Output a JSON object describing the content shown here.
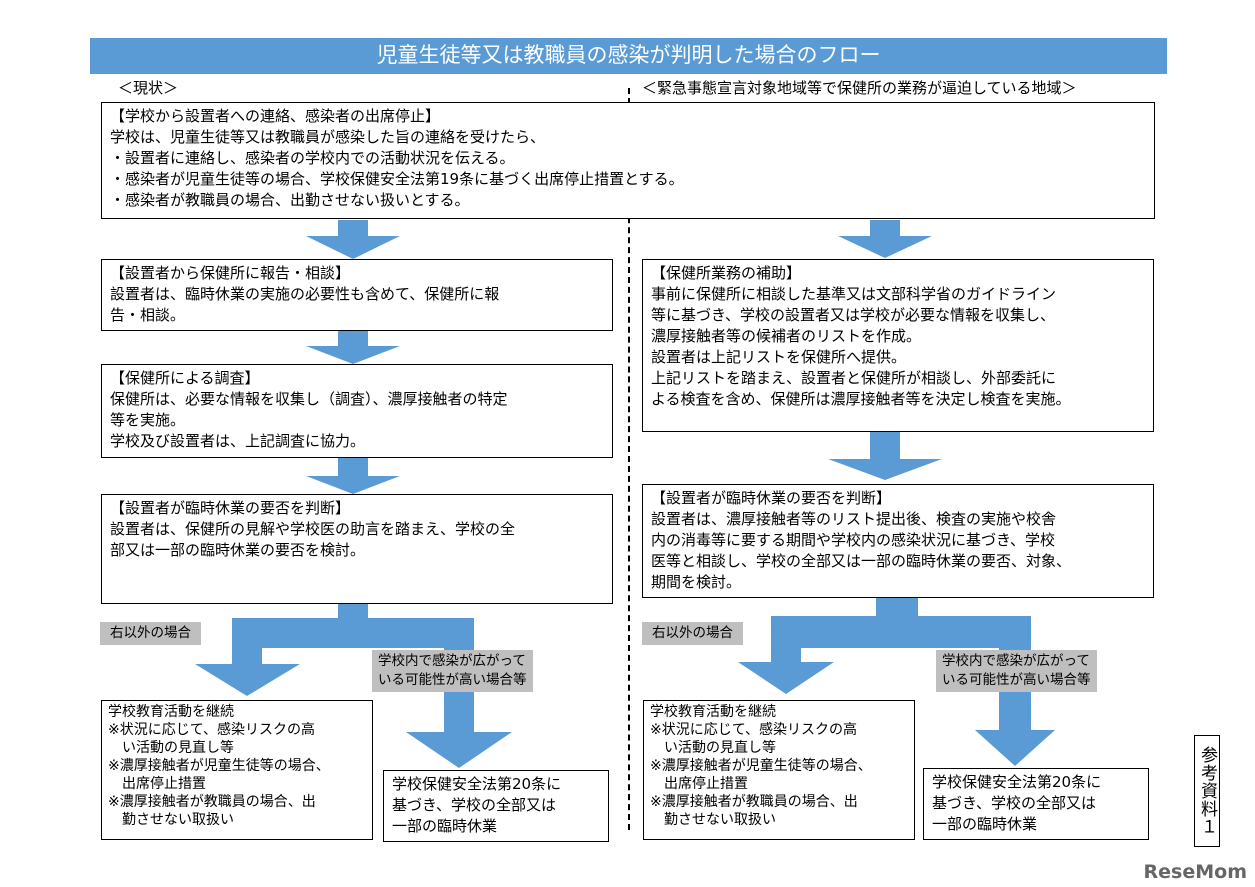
{
  "title": "児童生徒等又は教職員の感染が判明した場合のフロー",
  "left_header": "＜現状＞",
  "right_header": "＜緊急事態宣言対象地域等で保健所の業務が逼迫している地域＞",
  "top_box": {
    "heading": "【学校から設置者への連絡、感染者の出席停止】",
    "lines": [
      "学校は、児童生徒等又は教職員が感染した旨の連絡を受けたら、",
      "・設置者に連絡し、感染者の学校内での活動状況を伝える。",
      "・感染者が児童生徒等の場合、学校保健安全法第19条に基づく出席停止措置とする。",
      "・感染者が教職員の場合、出勤させない扱いとする。"
    ]
  },
  "left_flow": {
    "report": {
      "heading": "【設置者から保健所に報告・相談】",
      "lines": [
        "設置者は、臨時休業の実施の必要性も含めて、保健所に報",
        "告・相談。"
      ]
    },
    "survey": {
      "heading": "【保健所による調査】",
      "lines": [
        "保健所は、必要な情報を収集し（調査）、濃厚接触者の特定",
        "等を実施。",
        "学校及び設置者は、上記調査に協力。"
      ]
    },
    "judge": {
      "heading": "【設置者が臨時休業の要否を判断】",
      "lines": [
        "設置者は、保健所の見解や学校医の助言を踏まえ、学校の全",
        "部又は一部の臨時休業の要否を検討。"
      ]
    },
    "other_label": "右以外の場合",
    "spread_label": [
      "学校内で感染が広がって",
      "いる可能性が高い場合等"
    ],
    "continue": {
      "lines": [
        "学校教育活動を継続",
        "※状況に応じて、感染リスクの高",
        "　い活動の見直し等",
        "※濃厚接触者が児童生徒等の場合、",
        "　出席停止措置",
        "※濃厚接触者が教職員の場合、出",
        "　勤させない取扱い"
      ]
    },
    "closure": {
      "lines": [
        "学校保健安全法第20条に",
        "基づき、学校の全部又は",
        "一部の臨時休業"
      ]
    }
  },
  "right_flow": {
    "assist": {
      "heading": "【保健所業務の補助】",
      "lines": [
        "事前に保健所に相談した基準又は文部科学省のガイドライン",
        "等に基づき、学校の設置者又は学校が必要な情報を収集し、",
        "濃厚接触者等の候補者のリストを作成。",
        "設置者は上記リストを保健所へ提供。",
        "上記リストを踏まえ、設置者と保健所が相談し、外部委託に",
        "よる検査を含め、保健所は濃厚接触者等を決定し検査を実施。"
      ]
    },
    "judge": {
      "heading": "【設置者が臨時休業の要否を判断】",
      "lines": [
        "設置者は、濃厚接触者等のリスト提出後、検査の実施や校舎",
        "内の消毒等に要する期間や学校内の感染状況に基づき、学校",
        "医等と相談し、学校の全部又は一部の臨時休業の要否、対象、",
        "期間を検討。"
      ]
    },
    "other_label": "右以外の場合",
    "spread_label": [
      "学校内で感染が広がって",
      "いる可能性が高い場合等"
    ],
    "continue": {
      "lines": [
        "学校教育活動を継続",
        "※状況に応じて、感染リスクの高",
        "　い活動の見直し等",
        "※濃厚接触者が児童生徒等の場合、",
        "　出席停止措置",
        "※濃厚接触者が教職員の場合、出",
        "　勤させない取扱い"
      ]
    },
    "closure": {
      "lines": [
        "学校保健安全法第20条に",
        "基づき、学校の全部又は",
        "一部の臨時休業"
      ]
    }
  },
  "side_label": "参考資料１",
  "logo": "ReseMom",
  "colors": {
    "title_bg": "#5b9bd5",
    "arrow": "#5b9bd5",
    "label_bg": "#bfbfbf"
  }
}
